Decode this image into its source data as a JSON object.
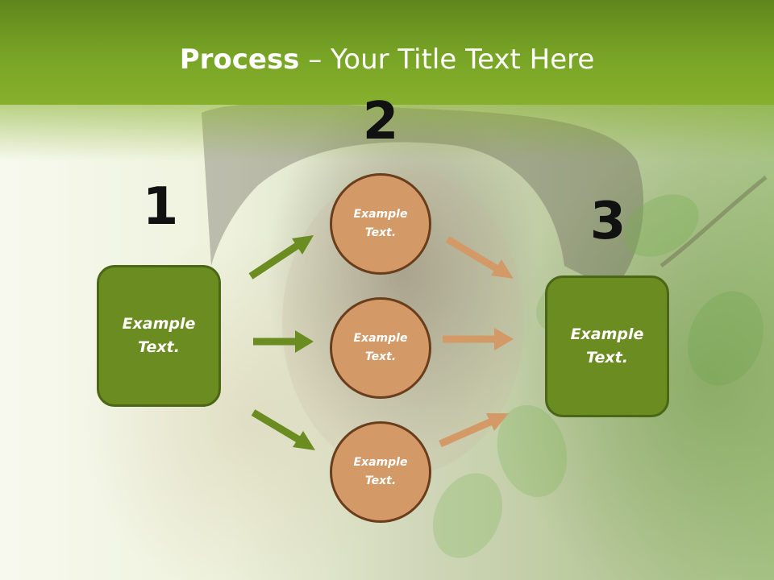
{
  "slide": {
    "title_bold": "Process",
    "title_rest": " – Your Title Text Here",
    "step_numbers": [
      "1",
      "2",
      "3"
    ],
    "left_box": "Example Text.",
    "circles": [
      "Example Text.",
      "Example Text.",
      "Example Text."
    ],
    "right_box": "Example Text."
  },
  "colors": {
    "header_green": "#79a526",
    "box_green": "#6b8c21",
    "circle_tan": "#d39a68",
    "arrow_green": "#6b8c21",
    "arrow_tan": "#d39a68"
  }
}
